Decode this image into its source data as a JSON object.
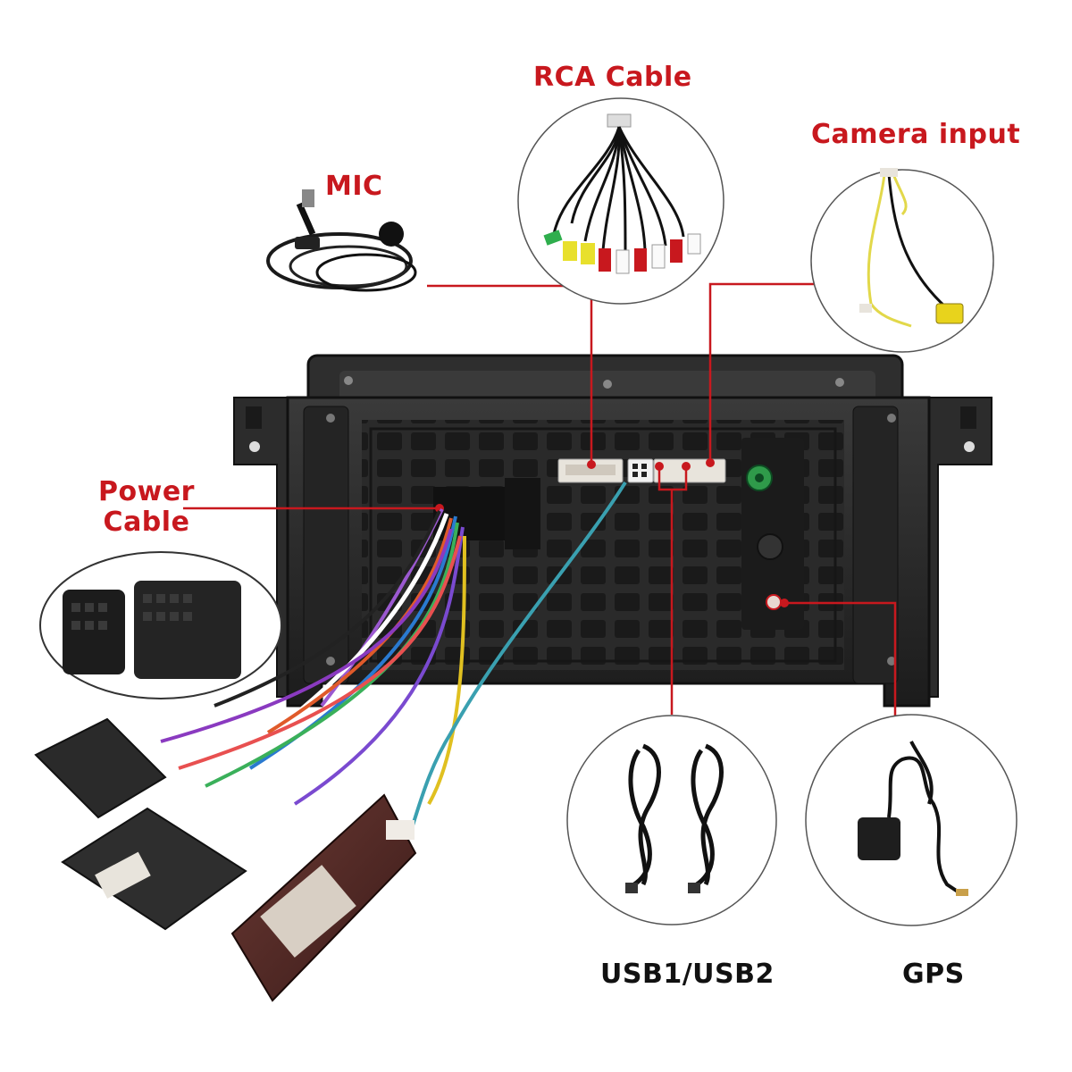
{
  "labels": {
    "rca": "RCA Cable",
    "camera": "Camera input",
    "mic": "MIC",
    "power_line1": "Power",
    "power_line2": "Cable",
    "usb": "USB1/USB2",
    "gps": "GPS"
  },
  "colors": {
    "accent_red": "#c8181e",
    "label_dark": "#111111",
    "unit_body": "#2b2b2b",
    "background": "#ffffff"
  },
  "icons": [
    "rca-cable-icon",
    "camera-cable-icon",
    "microphone-icon",
    "harness-connector-icon",
    "usb-cable-icon",
    "gps-antenna-icon",
    "canbus-box-icon"
  ]
}
